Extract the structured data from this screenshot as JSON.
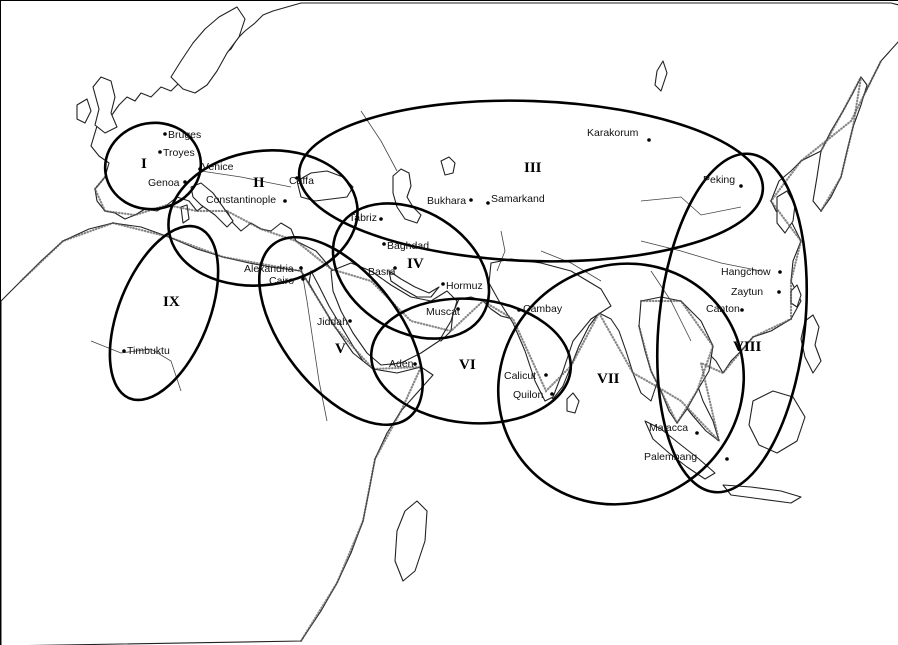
{
  "map": {
    "regions": [
      {
        "id": "I",
        "label": "I"
      },
      {
        "id": "II",
        "label": "II"
      },
      {
        "id": "III",
        "label": "III"
      },
      {
        "id": "IV",
        "label": "IV"
      },
      {
        "id": "V",
        "label": "V"
      },
      {
        "id": "VI",
        "label": "VI"
      },
      {
        "id": "VII",
        "label": "VII"
      },
      {
        "id": "VIII",
        "label": "VIII"
      },
      {
        "id": "IX",
        "label": "IX"
      }
    ],
    "cities": [
      {
        "id": "bruges",
        "name": "Bruges"
      },
      {
        "id": "troyes",
        "name": "Troyes"
      },
      {
        "id": "venice",
        "name": "Venice"
      },
      {
        "id": "genoa",
        "name": "Genoa"
      },
      {
        "id": "caffa",
        "name": "Caffa"
      },
      {
        "id": "constantinople",
        "name": "Constantinople"
      },
      {
        "id": "alexandria",
        "name": "Alexandria"
      },
      {
        "id": "cairo",
        "name": "Cairo"
      },
      {
        "id": "tabriz",
        "name": "Tabriz"
      },
      {
        "id": "baghdad",
        "name": "Baghdad"
      },
      {
        "id": "basra",
        "name": "Basra"
      },
      {
        "id": "hormuz",
        "name": "Hormuz"
      },
      {
        "id": "muscat",
        "name": "Muscat"
      },
      {
        "id": "jiddah",
        "name": "Jiddah"
      },
      {
        "id": "aden",
        "name": "Aden"
      },
      {
        "id": "bukhara",
        "name": "Bukhara"
      },
      {
        "id": "samarkand",
        "name": "Samarkand"
      },
      {
        "id": "karakorum",
        "name": "Karakorum"
      },
      {
        "id": "cambay",
        "name": "Cambay"
      },
      {
        "id": "calicut",
        "name": "Calicut"
      },
      {
        "id": "quilon",
        "name": "Quilon"
      },
      {
        "id": "peking",
        "name": "Peking"
      },
      {
        "id": "hangchow",
        "name": "Hangchow"
      },
      {
        "id": "zaytun",
        "name": "Zaytun"
      },
      {
        "id": "canton",
        "name": "Canton"
      },
      {
        "id": "malacca",
        "name": "Malacca"
      },
      {
        "id": "palembang",
        "name": "Palembang"
      },
      {
        "id": "timbuktu",
        "name": "Timbuktu"
      }
    ]
  }
}
